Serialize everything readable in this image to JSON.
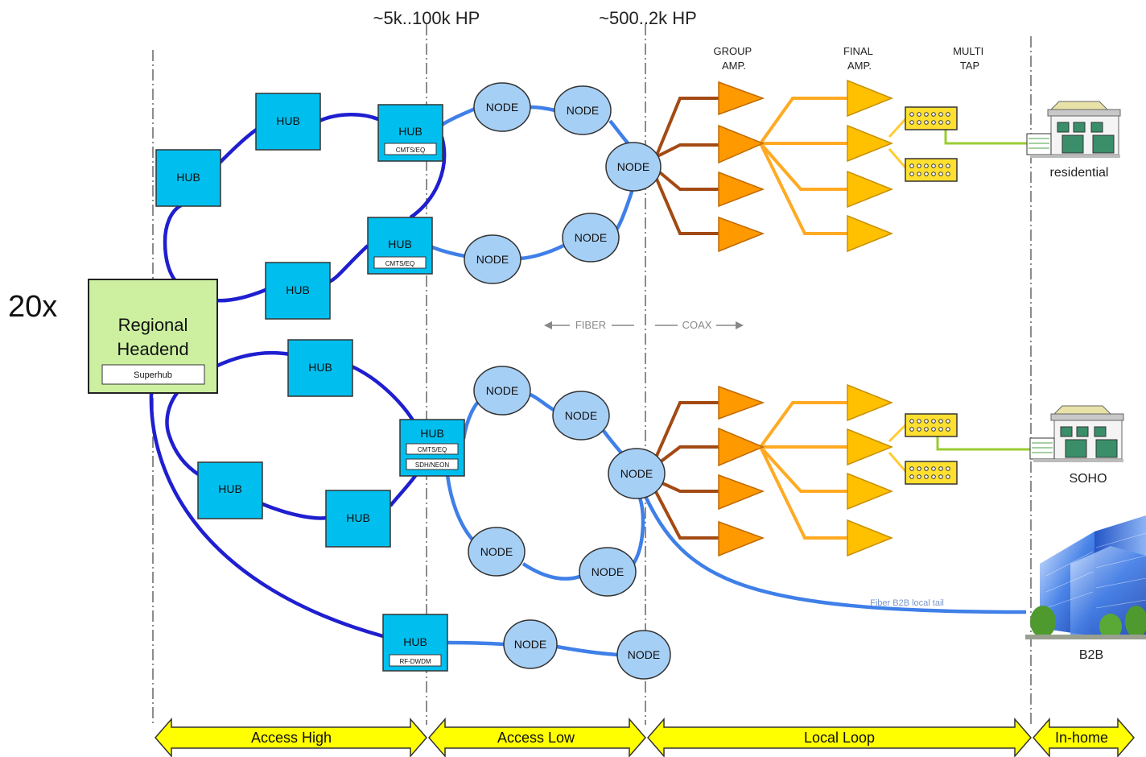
{
  "header": {
    "hp_access": "~5k..100k HP",
    "hp_node": "~500..2k HP"
  },
  "columns": {
    "group_amp": [
      "GROUP",
      "AMP."
    ],
    "final_amp": [
      "FINAL",
      "AMP."
    ],
    "multi_tap": [
      "MULTI",
      "TAP"
    ]
  },
  "multiplier": "20x",
  "headend": {
    "title_line1": "Regional",
    "title_line2": "Headend",
    "sub": "Superhub"
  },
  "hub_label": "HUB",
  "node_label": "NODE",
  "hub_tags": {
    "cmts_eq": "CMTS/EQ",
    "sdh_neon": "SDH/NEON",
    "rf_dwdm": "RF-DWDM"
  },
  "medium": {
    "fiber": "FIBER",
    "coax": "COAX"
  },
  "fiber_tail": "Fiber B2B local tail",
  "premises": {
    "residential": "residential",
    "soho": "SOHO",
    "b2b": "B2B"
  },
  "segments": {
    "access_high": "Access High",
    "access_low": "Access Low",
    "local_loop": "Local Loop",
    "in_home": "In-home"
  },
  "colors": {
    "ring_dark": "#1f1fd0",
    "ring_light": "#3f7fe8",
    "hub_fill": "#00bfef",
    "node_fill": "#a6cff5",
    "headend_fill": "#ccf0a0",
    "group_amp": "#ff9900",
    "final_amp": "#ffc000",
    "coax_dark": "#a34a14",
    "coax_light": "#ffaa22",
    "tap_fill": "#ffe030",
    "drop": "#99cc33",
    "band": "#ffff00"
  }
}
